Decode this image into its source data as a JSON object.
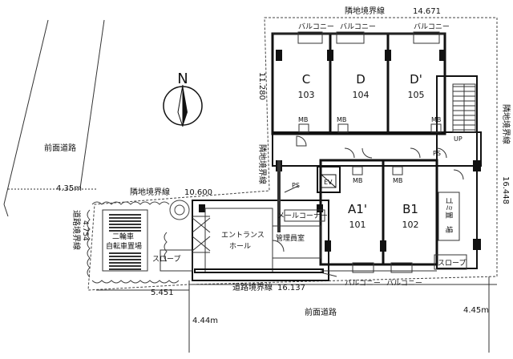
{
  "north_label": "N",
  "boundary_top": {
    "label": "隣地境界線",
    "length": "14.671"
  },
  "boundary_right": {
    "label": "隣地境界線",
    "length": "16.448"
  },
  "boundary_mid_vertical": {
    "label": "隣地境界線",
    "length": "11.280"
  },
  "boundary_mid_horizontal": {
    "label": "隣地境界線",
    "length": "10.600"
  },
  "boundary_left": {
    "label": "道路境界線",
    "length": "4.754"
  },
  "boundary_bottom": {
    "label": "道路境界線",
    "length": "16.137"
  },
  "dim_5451": "5.451",
  "road_front_left": "前面道路",
  "road_front_bottom": "前面道路",
  "road_width_left": "4.35m",
  "road_width_bottom_left": "4.44m",
  "road_width_bottom_right": "4.45m",
  "balcony": "バルコニー",
  "units": [
    {
      "letter": "C",
      "number": "103"
    },
    {
      "letter": "D",
      "number": "104"
    },
    {
      "letter": "D'",
      "number": "105"
    },
    {
      "letter": "A1'",
      "number": "101"
    },
    {
      "letter": "B1",
      "number": "102"
    }
  ],
  "mb": "MB",
  "ps": "PS",
  "up": "UP",
  "ev": "EV",
  "mail_corner": "メールコーナー",
  "manager_room": "管理員室",
  "entrance_hall_1": "エントランス",
  "entrance_hall_2": "ホール",
  "slope": "スロープ",
  "bike_1": "二輪車",
  "bike_2": "自転車置場",
  "garbage_1": "ゴミ置",
  "garbage_2": "場"
}
